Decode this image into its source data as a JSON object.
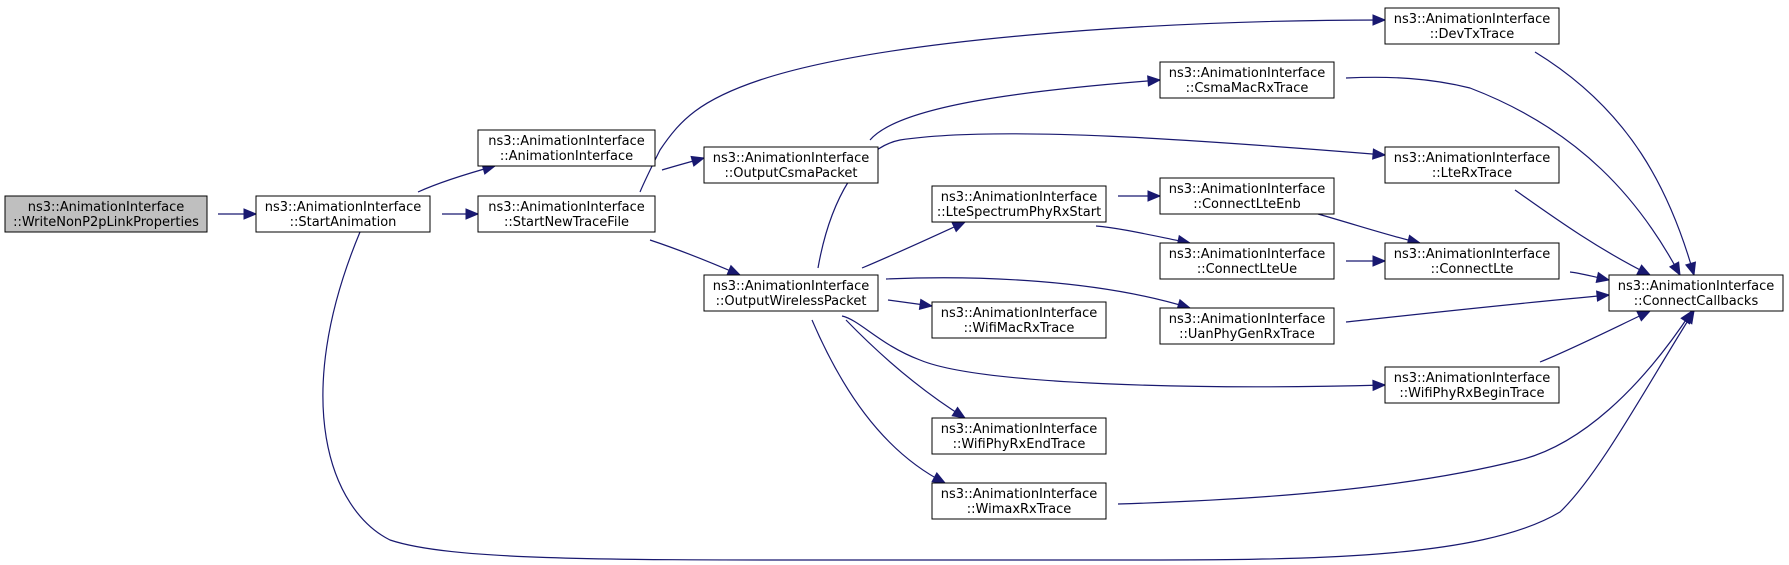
{
  "graph": {
    "edge_color": "#191970",
    "highlight_fill": "#bfbfbf",
    "nodes": [
      {
        "id": "write_non_p2p",
        "line1": "ns3::AnimationInterface",
        "line2": "::WriteNonP2pLinkProperties",
        "highlight": true
      },
      {
        "id": "start_animation",
        "line1": "ns3::AnimationInterface",
        "line2": "::StartAnimation"
      },
      {
        "id": "animation_interface",
        "line1": "ns3::AnimationInterface",
        "line2": "::AnimationInterface"
      },
      {
        "id": "start_new_trace_file",
        "line1": "ns3::AnimationInterface",
        "line2": "::StartNewTraceFile"
      },
      {
        "id": "output_csma_packet",
        "line1": "ns3::AnimationInterface",
        "line2": "::OutputCsmaPacket"
      },
      {
        "id": "output_wireless_packet",
        "line1": "ns3::AnimationInterface",
        "line2": "::OutputWirelessPacket"
      },
      {
        "id": "lte_spectrum_phy_rx_start",
        "line1": "ns3::AnimationInterface",
        "line2": "::LteSpectrumPhyRxStart"
      },
      {
        "id": "wifi_mac_rx_trace",
        "line1": "ns3::AnimationInterface",
        "line2": "::WifiMacRxTrace"
      },
      {
        "id": "wifi_phy_rx_end_trace",
        "line1": "ns3::AnimationInterface",
        "line2": "::WifiPhyRxEndTrace"
      },
      {
        "id": "wimax_rx_trace",
        "line1": "ns3::AnimationInterface",
        "line2": "::WimaxRxTrace"
      },
      {
        "id": "csma_mac_rx_trace",
        "line1": "ns3::AnimationInterface",
        "line2": "::CsmaMacRxTrace"
      },
      {
        "id": "connect_lte_enb",
        "line1": "ns3::AnimationInterface",
        "line2": "::ConnectLteEnb"
      },
      {
        "id": "connect_lte_ue",
        "line1": "ns3::AnimationInterface",
        "line2": "::ConnectLteUe"
      },
      {
        "id": "uan_phy_gen_rx_trace",
        "line1": "ns3::AnimationInterface",
        "line2": "::UanPhyGenRxTrace"
      },
      {
        "id": "dev_tx_trace",
        "line1": "ns3::AnimationInterface",
        "line2": "::DevTxTrace"
      },
      {
        "id": "lte_rx_trace",
        "line1": "ns3::AnimationInterface",
        "line2": "::LteRxTrace"
      },
      {
        "id": "connect_lte",
        "line1": "ns3::AnimationInterface",
        "line2": "::ConnectLte"
      },
      {
        "id": "wifi_phy_rx_begin_trace",
        "line1": "ns3::AnimationInterface",
        "line2": "::WifiPhyRxBeginTrace"
      },
      {
        "id": "connect_callbacks",
        "line1": "ns3::AnimationInterface",
        "line2": "::ConnectCallbacks"
      }
    ],
    "edges": [
      {
        "from": "start_animation",
        "to": "write_non_p2p"
      },
      {
        "from": "animation_interface",
        "to": "start_animation"
      },
      {
        "from": "start_new_trace_file",
        "to": "start_animation"
      },
      {
        "from": "connect_callbacks",
        "to": "start_animation"
      },
      {
        "from": "dev_tx_trace",
        "to": "start_new_trace_file"
      },
      {
        "from": "output_csma_packet",
        "to": "start_new_trace_file"
      },
      {
        "from": "output_wireless_packet",
        "to": "start_new_trace_file"
      },
      {
        "from": "csma_mac_rx_trace",
        "to": "output_csma_packet"
      },
      {
        "from": "lte_rx_trace",
        "to": "output_wireless_packet"
      },
      {
        "from": "lte_spectrum_phy_rx_start",
        "to": "output_wireless_packet"
      },
      {
        "from": "uan_phy_gen_rx_trace",
        "to": "output_wireless_packet"
      },
      {
        "from": "wifi_mac_rx_trace",
        "to": "output_wireless_packet"
      },
      {
        "from": "wifi_phy_rx_begin_trace",
        "to": "output_wireless_packet"
      },
      {
        "from": "wifi_phy_rx_end_trace",
        "to": "output_wireless_packet"
      },
      {
        "from": "wimax_rx_trace",
        "to": "output_wireless_packet"
      },
      {
        "from": "connect_lte_enb",
        "to": "lte_spectrum_phy_rx_start"
      },
      {
        "from": "connect_lte_ue",
        "to": "lte_spectrum_phy_rx_start"
      },
      {
        "from": "connect_lte",
        "to": "connect_lte_enb"
      },
      {
        "from": "connect_lte",
        "to": "connect_lte_ue"
      },
      {
        "from": "connect_callbacks",
        "to": "dev_tx_trace"
      },
      {
        "from": "connect_callbacks",
        "to": "csma_mac_rx_trace"
      },
      {
        "from": "connect_callbacks",
        "to": "lte_rx_trace"
      },
      {
        "from": "connect_callbacks",
        "to": "connect_lte"
      },
      {
        "from": "connect_callbacks",
        "to": "uan_phy_gen_rx_trace"
      },
      {
        "from": "connect_callbacks",
        "to": "wifi_phy_rx_begin_trace"
      },
      {
        "from": "connect_callbacks",
        "to": "wimax_rx_trace"
      }
    ]
  }
}
